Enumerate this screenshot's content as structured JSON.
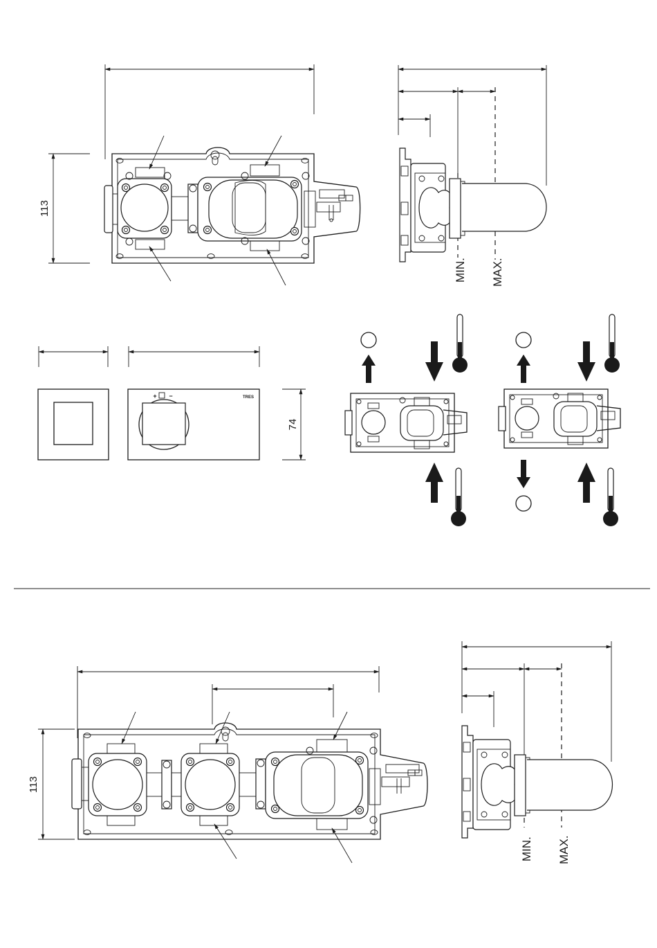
{
  "dimensions": {
    "top_height": "113",
    "plate_height": "74",
    "bottom_height": "113"
  },
  "labels": {
    "min": "MIN.",
    "max": "MAX."
  },
  "faceplate": {
    "plus": "+",
    "minus": "−",
    "brand": "TRES"
  },
  "colors": {
    "ink": "#1a1a1a",
    "paper": "#ffffff"
  },
  "icons": [
    "arrow-up-icon",
    "arrow-down-icon",
    "thermometer-icon",
    "cold-water-circle-icon",
    "dimension-arrow-icon",
    "mounting-keyhole-icon"
  ]
}
